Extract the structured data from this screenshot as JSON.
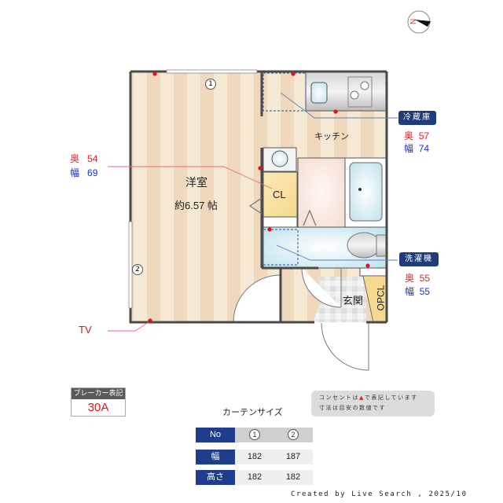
{
  "compass": {
    "north_label": "N",
    "direction": "west-facing north arrow"
  },
  "rooms": {
    "western_room": {
      "name": "洋室",
      "area": "約6.57 帖"
    },
    "kitchen": {
      "name": "キッチン"
    },
    "closet": {
      "name": "CL"
    },
    "entrance": {
      "name": "玄関"
    },
    "entrance_closet": {
      "name": "OPCL"
    }
  },
  "windows": [
    {
      "id": "1",
      "label": "1"
    },
    {
      "id": "2",
      "label": "2"
    }
  ],
  "callouts": {
    "refrigerator": {
      "tag": "冷蔵庫",
      "depth_key": "奥",
      "depth": "57",
      "width_key": "幅",
      "width": "74"
    },
    "washer": {
      "tag": "洗濯機",
      "depth_key": "奥",
      "depth": "55",
      "width_key": "幅",
      "width": "55"
    },
    "closet_space": {
      "depth_key": "奥",
      "depth": "54",
      "width_key": "幅",
      "width": "69"
    },
    "tv": {
      "label": "TV"
    }
  },
  "breaker": {
    "header": "ブレーカー表記",
    "value": "30A"
  },
  "note": {
    "line1_pre": "コンセントは",
    "line1_symbol": "▲",
    "line1_post": "で表記しています",
    "line2": "寸法は目安の数値です"
  },
  "curtain": {
    "title": "カーテンサイズ",
    "headers": [
      "No",
      "幅",
      "高さ"
    ],
    "columns": [
      {
        "no": "1",
        "width": "182",
        "height": "182"
      },
      {
        "no": "2",
        "width": "187",
        "height": "182"
      }
    ]
  },
  "footer": {
    "credit": "Created by Live Search , 2025/10"
  },
  "colors": {
    "accent_navy": "#1f3d8c",
    "outlet_red": "#e0111a",
    "floor_light": "#f6e9d4",
    "floor_dark": "#f0d8bd"
  }
}
